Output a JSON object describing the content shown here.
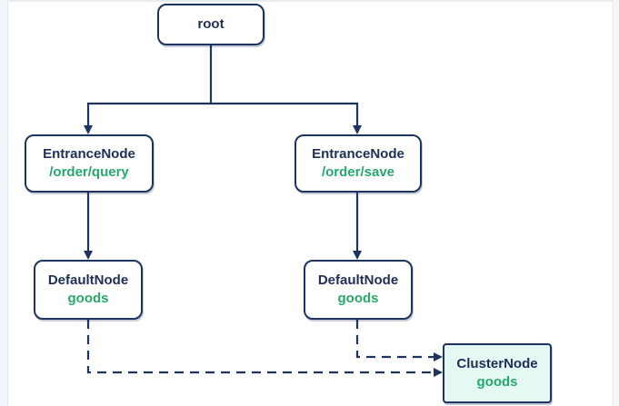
{
  "diagram": {
    "nodes": {
      "root": {
        "type": "root"
      },
      "entrance_query": {
        "type": "EntranceNode",
        "resource": "/order/query"
      },
      "entrance_save": {
        "type": "EntranceNode",
        "resource": "/order/save"
      },
      "default_query": {
        "type": "DefaultNode",
        "resource": "goods"
      },
      "default_save": {
        "type": "DefaultNode",
        "resource": "goods"
      },
      "cluster": {
        "type": "ClusterNode",
        "resource": "goods"
      }
    },
    "edges": [
      {
        "from": "root",
        "to": "entrance_query",
        "style": "solid"
      },
      {
        "from": "root",
        "to": "entrance_save",
        "style": "solid"
      },
      {
        "from": "entrance_query",
        "to": "default_query",
        "style": "solid"
      },
      {
        "from": "entrance_save",
        "to": "default_save",
        "style": "solid"
      },
      {
        "from": "default_query",
        "to": "cluster",
        "style": "dashed"
      },
      {
        "from": "default_save",
        "to": "cluster",
        "style": "dashed"
      }
    ]
  },
  "colors": {
    "node_border": "#1d3461",
    "node_type_text": "#1d2f56",
    "resource_text": "#27a86c",
    "cluster_fill": "#e4f8f4",
    "edge": "#1d3461"
  }
}
